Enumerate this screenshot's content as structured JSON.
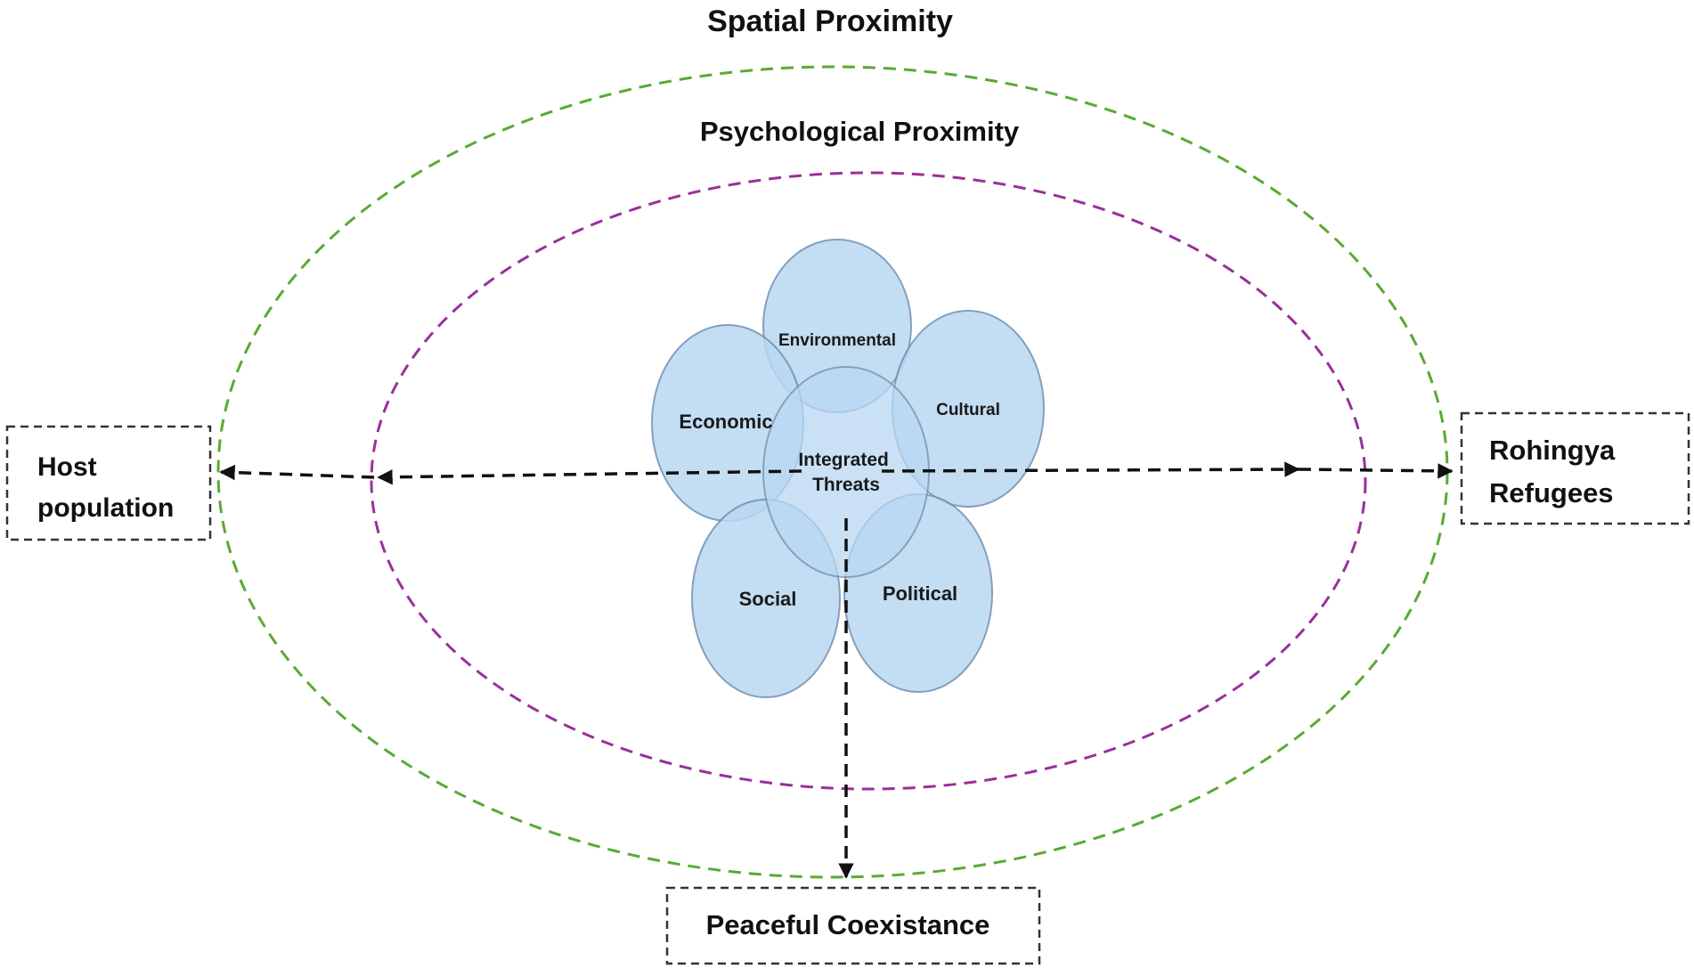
{
  "outer_ellipse": {
    "label": "Spatial Proximity",
    "color": "#5aaa32"
  },
  "inner_ellipse": {
    "label": "Psychological Proximity",
    "color": "#9b2f9b"
  },
  "threats": {
    "center": "Integrated Threats",
    "fill_color": "#b9d8f2",
    "stroke_color": "#6f8fb0",
    "items": [
      "Environmental",
      "Cultural",
      "Economic",
      "Social",
      "Political"
    ]
  },
  "boxes": {
    "host": [
      "Host",
      "population"
    ],
    "refugees": [
      "Rohingya",
      "Refugees"
    ],
    "outcome": "Peaceful Coexistance"
  },
  "arrow_color": "#111111"
}
